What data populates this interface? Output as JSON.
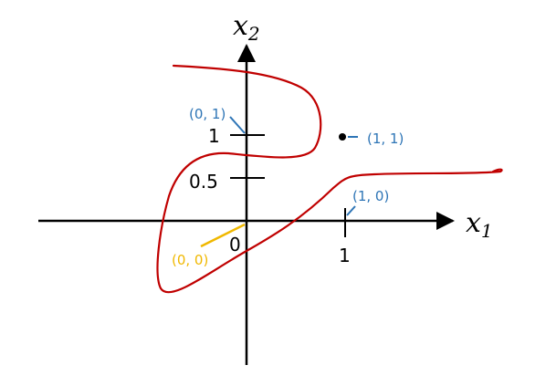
{
  "axes": {
    "x_label": "x",
    "x_sub": "1",
    "y_label": "x",
    "y_sub": "2"
  },
  "ticks": {
    "y_one": "1",
    "y_half": "0.5",
    "origin": "0",
    "x_one": "1"
  },
  "points": {
    "p00": "(0, 0)",
    "p01": "(0, 1)",
    "p10": "(1, 0)",
    "p11": "(1, 1)"
  },
  "colors": {
    "axis": "#000000",
    "curve": "#c00000",
    "label_blue": "#2e75b6",
    "label_yellow": "#f0b800"
  }
}
